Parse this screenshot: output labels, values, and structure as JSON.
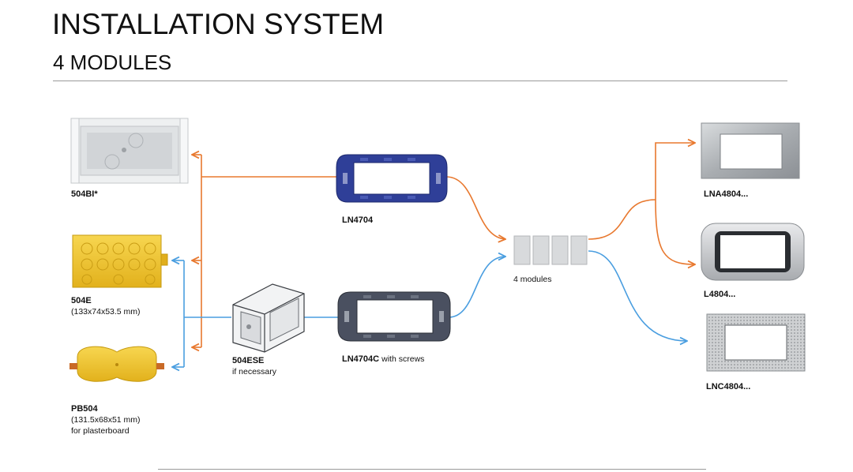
{
  "header": {
    "title": "INSTALLATION SYSTEM",
    "subtitle": "4 MODULES"
  },
  "boxes": [
    {
      "code": "504BI*",
      "note": ""
    },
    {
      "code": "504E",
      "note": "(133x74x53.5 mm)"
    },
    {
      "code": "PB504",
      "note": "(131.5x68x51 mm)",
      "note2": "for plasterboard"
    }
  ],
  "adapter": {
    "code": "504ESE",
    "note": "if necessary"
  },
  "supports": [
    {
      "code": "LN4704",
      "note": ""
    },
    {
      "code": "LN4704C",
      "note": "with screws"
    }
  ],
  "modules": {
    "label": "4 modules"
  },
  "plates": [
    {
      "code": "LNA4804..."
    },
    {
      "code": "L4804..."
    },
    {
      "code": "LNC4804..."
    }
  ],
  "colors": {
    "orange_path": "#e8782e",
    "blue_path": "#4a9ee0",
    "frame_blue": "#2f3f98",
    "frame_grey": "#4a5060",
    "box_yellow": "#f2c52c"
  }
}
